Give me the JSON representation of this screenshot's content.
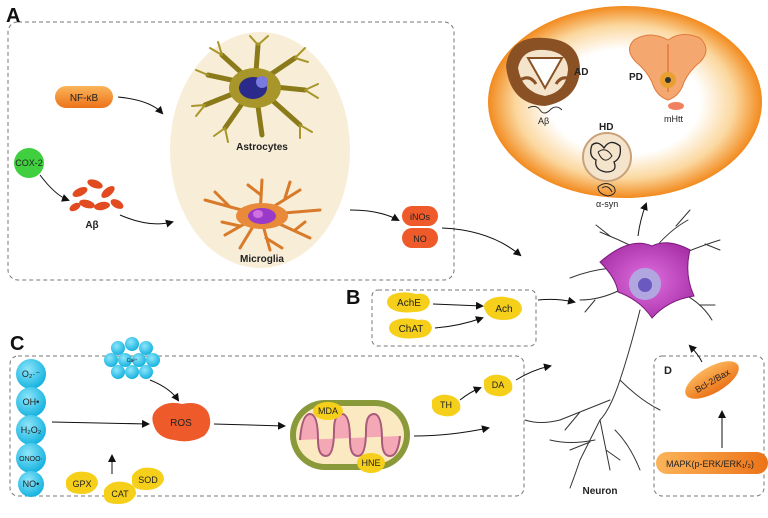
{
  "panels": {
    "a": "A",
    "b": "B",
    "c": "C",
    "d": "D"
  },
  "panel_a": {
    "nfkb": "NF-κB",
    "cox2": "COX-2",
    "abeta": "Aβ",
    "astrocytes": "Astrocytes",
    "microglia": "Microglia",
    "inos": "iNOs",
    "no": "NO"
  },
  "diseases": {
    "ad": "AD",
    "pd": "PD",
    "hd": "HD",
    "ad_marker": "Aβ",
    "pd_marker": "mHtt",
    "hd_marker": "α-syn"
  },
  "panel_b": {
    "ache": "AchE",
    "chat": "ChAT",
    "ach": "Ach"
  },
  "panel_c": {
    "radicals": [
      "O₂·⁻",
      "OH•",
      "H₂O₂",
      "ONOO·",
      "NO•"
    ],
    "calcium": "Ca²⁺",
    "ros": "ROS",
    "mda": "MDA",
    "hne": "HNE",
    "th": "TH",
    "da": "DA",
    "gpx": "GPX",
    "cat": "CAT",
    "sod": "SOD"
  },
  "panel_d": {
    "bcl2bax": "Bcl-2/Bax",
    "mapk": "MAPK(p-ERK/ERK₁/₂)"
  },
  "neuron": {
    "label": "Neuron"
  },
  "colors": {
    "orange": "#f07b1f",
    "red_orange": "#ee5a2a",
    "yellow": "#f5cf1a",
    "cyan": "#35c8ea",
    "green": "#3fcf3f",
    "beige": "#f8eed7",
    "neuron": "#c03cc0",
    "mito": "#8a9a3a"
  }
}
